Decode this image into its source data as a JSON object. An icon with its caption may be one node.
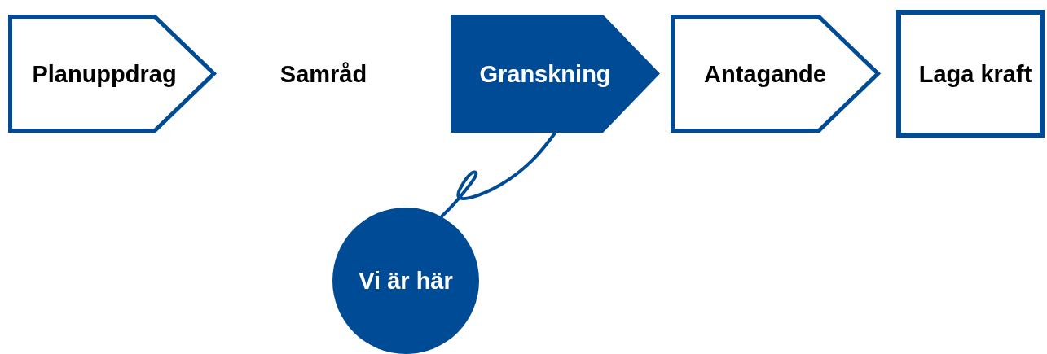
{
  "diagram": {
    "nodes": [
      {
        "text": [
          "Planuppdrag"
        ]
      },
      {
        "text": [
          "Samråd"
        ]
      },
      {
        "text": [
          "Granskning"
        ]
      },
      {
        "text": [
          "Antagande"
        ]
      },
      {
        "text": [
          "Laga kraft"
        ]
      },
      {
        "text": [
          "Vi är här"
        ]
      }
    ],
    "edges": [
      {
        "from": 5,
        "to": 2,
        "arrow": "none"
      }
    ]
  }
}
